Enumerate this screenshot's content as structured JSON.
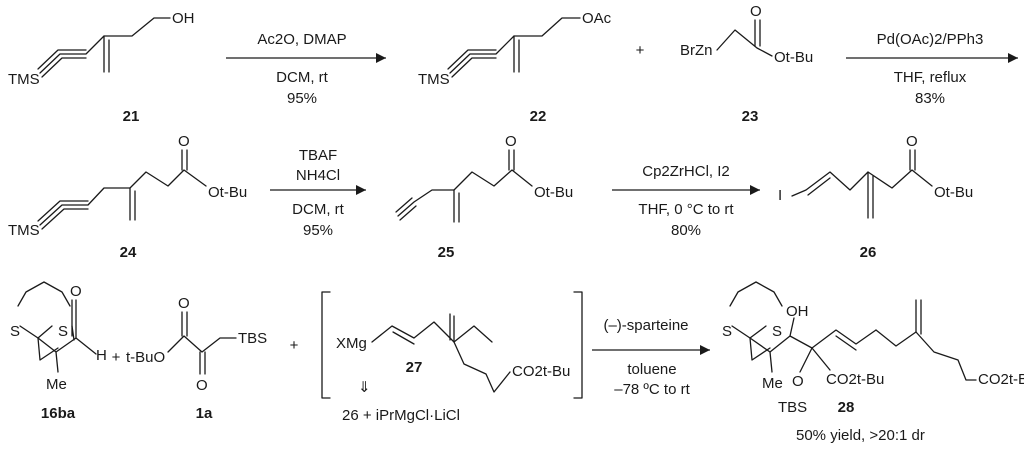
{
  "atoms": {
    "tms": "TMS",
    "oh": "OH",
    "oac": "OAc",
    "o": "O",
    "brzn": "BrZn",
    "otbu": "Ot-Bu",
    "tbubuo": "t-BuO",
    "tbs": "TBS",
    "iodo": "I",
    "s": "S",
    "h": "H",
    "me": "Me",
    "xmg": "XMg",
    "co2tbu": "CO2t-Bu"
  },
  "plus": "+",
  "retro_symbol": "⇓",
  "compounds": {
    "c21": "21",
    "c22": "22",
    "c23": "23",
    "c24": "24",
    "c25": "25",
    "c26": "26",
    "c16ba": "16ba",
    "c1a": "1a",
    "c27": "27",
    "c28": "28"
  },
  "reactions": [
    {
      "above": "Ac2O, DMAP",
      "below": [
        "DCM, rt",
        "95%"
      ]
    },
    {
      "above": "Pd(OAc)2/PPh3",
      "below": [
        "THF, reflux",
        "83%"
      ]
    },
    {
      "above": [
        "TBAF",
        "NH4Cl"
      ],
      "below": [
        "DCM, rt",
        "95%"
      ]
    },
    {
      "above": "Cp2ZrHCl, I2",
      "below": [
        "THF, 0 °C to rt",
        "80%"
      ]
    },
    {
      "above": "(–)-sparteine",
      "below": [
        "toluene",
        "–78 ºC to rt"
      ]
    }
  ],
  "grignard_source": "26 + iPrMgCl·LiCl",
  "result": "50% yield, >20:1 dr"
}
